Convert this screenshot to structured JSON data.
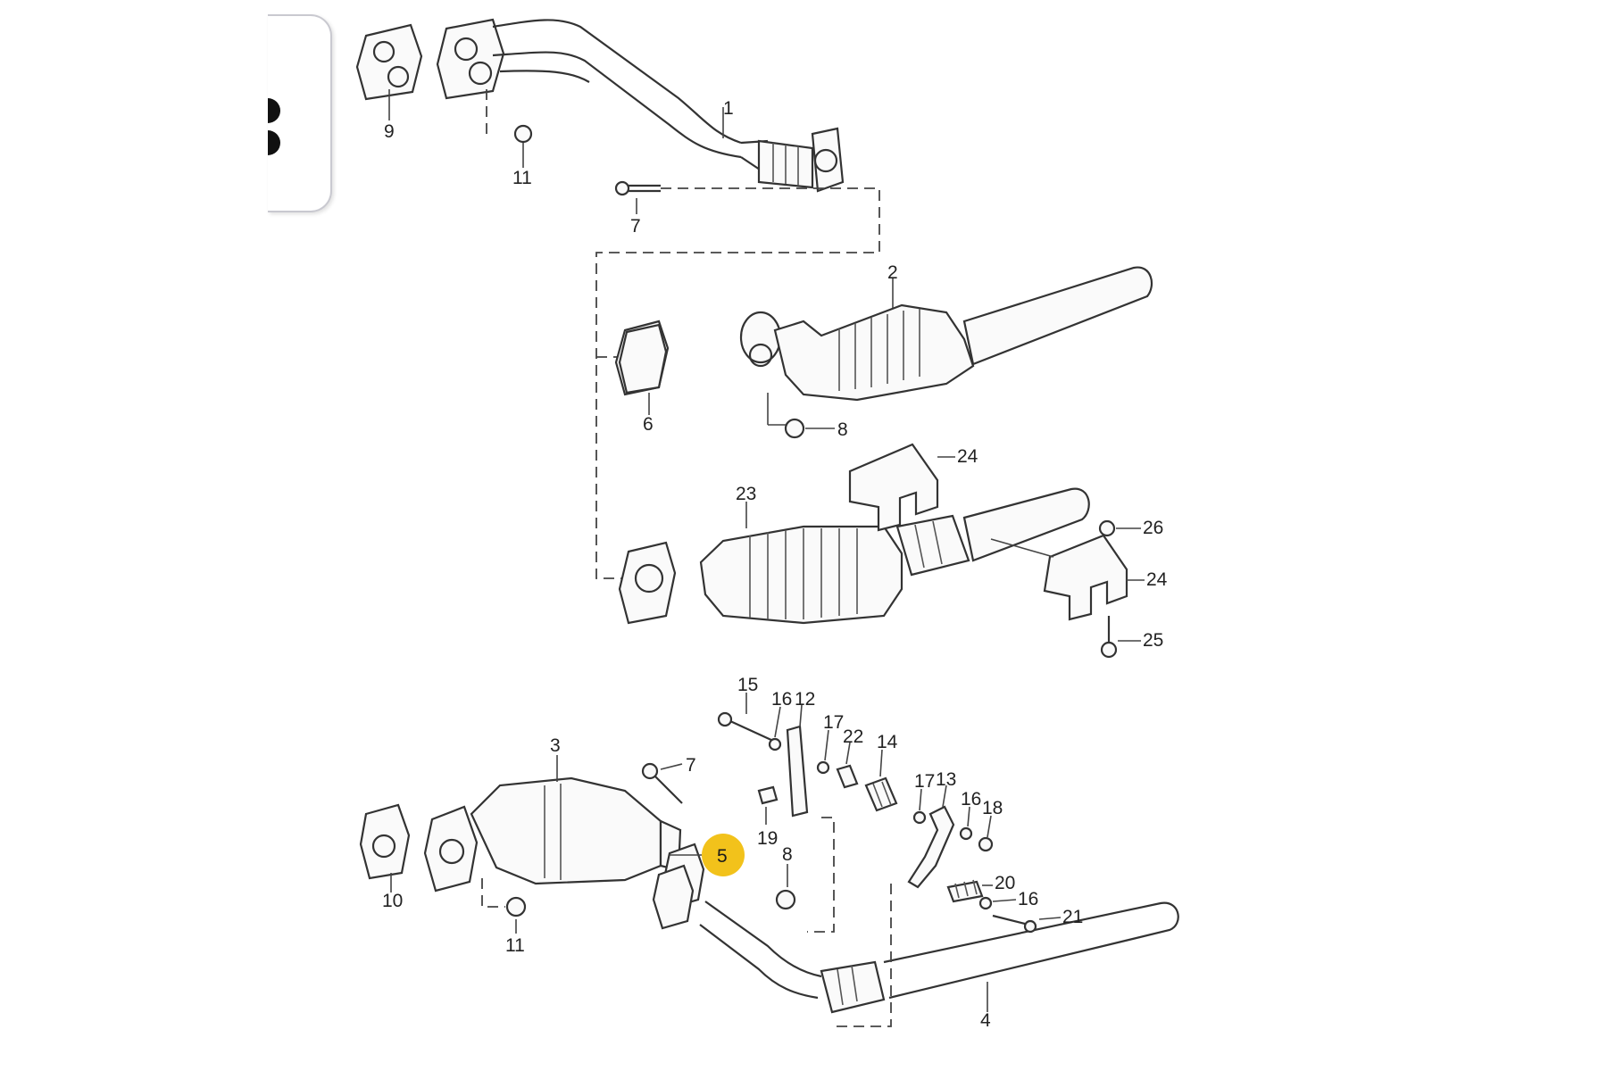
{
  "diagram": {
    "highlight": {
      "label": "5",
      "color": "#f2c21b"
    },
    "callouts": {
      "c1": "1",
      "c2": "2",
      "c3": "3",
      "c4": "4",
      "c6": "6",
      "c7a": "7",
      "c7b": "7",
      "c8a": "8",
      "c8b": "8",
      "c9": "9",
      "c10": "10",
      "c11a": "11",
      "c11b": "11",
      "c12": "12",
      "c13": "13",
      "c14": "14",
      "c15": "15",
      "c16a": "16",
      "c16b": "16",
      "c16c": "16",
      "c17a": "17",
      "c17b": "17",
      "c18": "18",
      "c19": "19",
      "c20": "20",
      "c21": "21",
      "c22": "22",
      "c23": "23",
      "c24a": "24",
      "c24b": "24",
      "c25": "25",
      "c26": "26"
    }
  }
}
